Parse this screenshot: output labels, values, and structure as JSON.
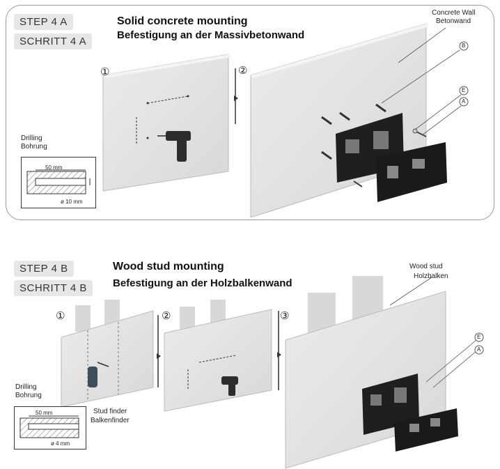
{
  "panel_a": {
    "step_en": "STEP 4 A",
    "step_de": "SCHRITT 4 A",
    "title_en": "Solid concrete mounting",
    "title_de": "Befestigung an der Massivbetonwand",
    "wall_label_en": "Concrete Wall",
    "wall_label_de": "Betonwand",
    "step_numbers": [
      "①",
      "②"
    ],
    "part_labels": [
      "B",
      "E",
      "A"
    ],
    "drill_label_en": "Drilling",
    "drill_label_de": "Bohrung",
    "depth": "50 mm",
    "diameter": "ø 10 mm"
  },
  "panel_b": {
    "step_en": "STEP 4  B",
    "step_de": "SCHRITT 4 B",
    "title_en": "Wood stud mounting",
    "title_de": "Befestigung an der Holzbalkenwand",
    "wall_label_en": "Wood stud",
    "wall_label_de": "Holzbalken",
    "step_numbers": [
      "①",
      "②",
      "③"
    ],
    "part_labels": [
      "E",
      "A"
    ],
    "drill_label_en": "Drilling",
    "drill_label_de": "Bohrung",
    "depth": "50 mm",
    "diameter": "ø 4  mm",
    "stud_finder_en": "Stud finder",
    "stud_finder_de": "Balkenfinder"
  }
}
